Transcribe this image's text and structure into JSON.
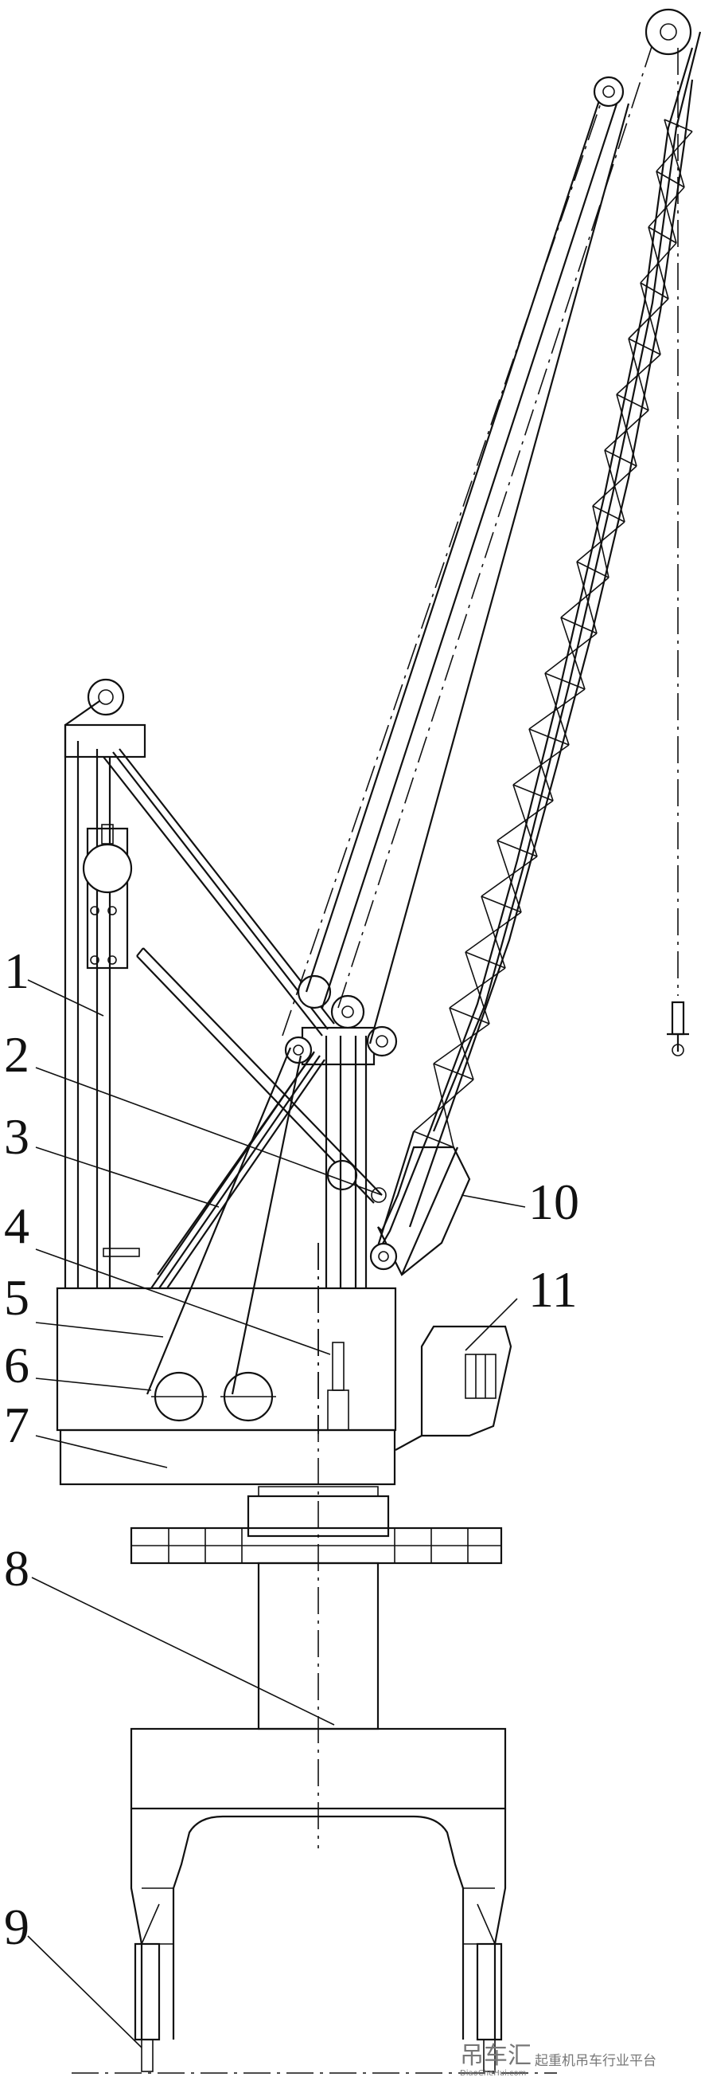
{
  "labels": [
    {
      "id": "1",
      "text": "1"
    },
    {
      "id": "2",
      "text": "2"
    },
    {
      "id": "3",
      "text": "3"
    },
    {
      "id": "4",
      "text": "4"
    },
    {
      "id": "5",
      "text": "5"
    },
    {
      "id": "6",
      "text": "6"
    },
    {
      "id": "7",
      "text": "7"
    },
    {
      "id": "8",
      "text": "8"
    },
    {
      "id": "9",
      "text": "9"
    },
    {
      "id": "10",
      "text": "10"
    },
    {
      "id": "11",
      "text": "11"
    }
  ],
  "watermark": {
    "brand": "吊车汇",
    "tagline": "起重机吊车行业平台",
    "domain": "DiaoCheHui.com"
  }
}
